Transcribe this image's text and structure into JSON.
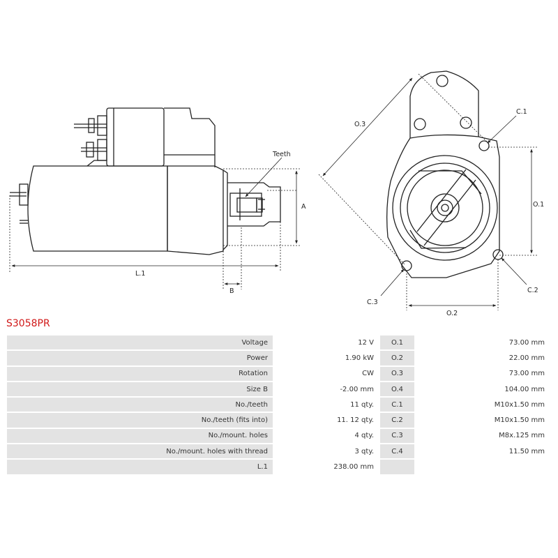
{
  "part_code": "S3058PR",
  "drawing": {
    "side_labels": {
      "teeth": "Teeth",
      "a": "A",
      "b": "B",
      "l1": "L.1"
    },
    "front_labels": {
      "o1": "O.1",
      "o2": "O.2",
      "o3": "O.3",
      "c1": "C.1",
      "c2": "C.2",
      "c3": "C.3"
    }
  },
  "specs": [
    {
      "label": "Voltage",
      "value": "12 V",
      "code": "O.1",
      "code_value": "73.00 mm"
    },
    {
      "label": "Power",
      "value": "1.90 kW",
      "code": "O.2",
      "code_value": "22.00 mm"
    },
    {
      "label": "Rotation",
      "value": "CW",
      "code": "O.3",
      "code_value": "73.00 mm"
    },
    {
      "label": "Size B",
      "value": "-2.00 mm",
      "code": "O.4",
      "code_value": "104.00 mm"
    },
    {
      "label": "No./teeth",
      "value": "11 qty.",
      "code": "C.1",
      "code_value": "M10x1.50 mm"
    },
    {
      "label": "No./teeth (fits into)",
      "value": "11. 12 qty.",
      "code": "C.2",
      "code_value": "M10x1.50 mm"
    },
    {
      "label": "No./mount. holes",
      "value": "4 qty.",
      "code": "C.3",
      "code_value": "M8x.125 mm"
    },
    {
      "label": "No./mount. holes with thread",
      "value": "3 qty.",
      "code": "C.4",
      "code_value": "11.50 mm"
    },
    {
      "label": "L.1",
      "value": "238.00 mm",
      "code": "",
      "code_value": ""
    }
  ]
}
